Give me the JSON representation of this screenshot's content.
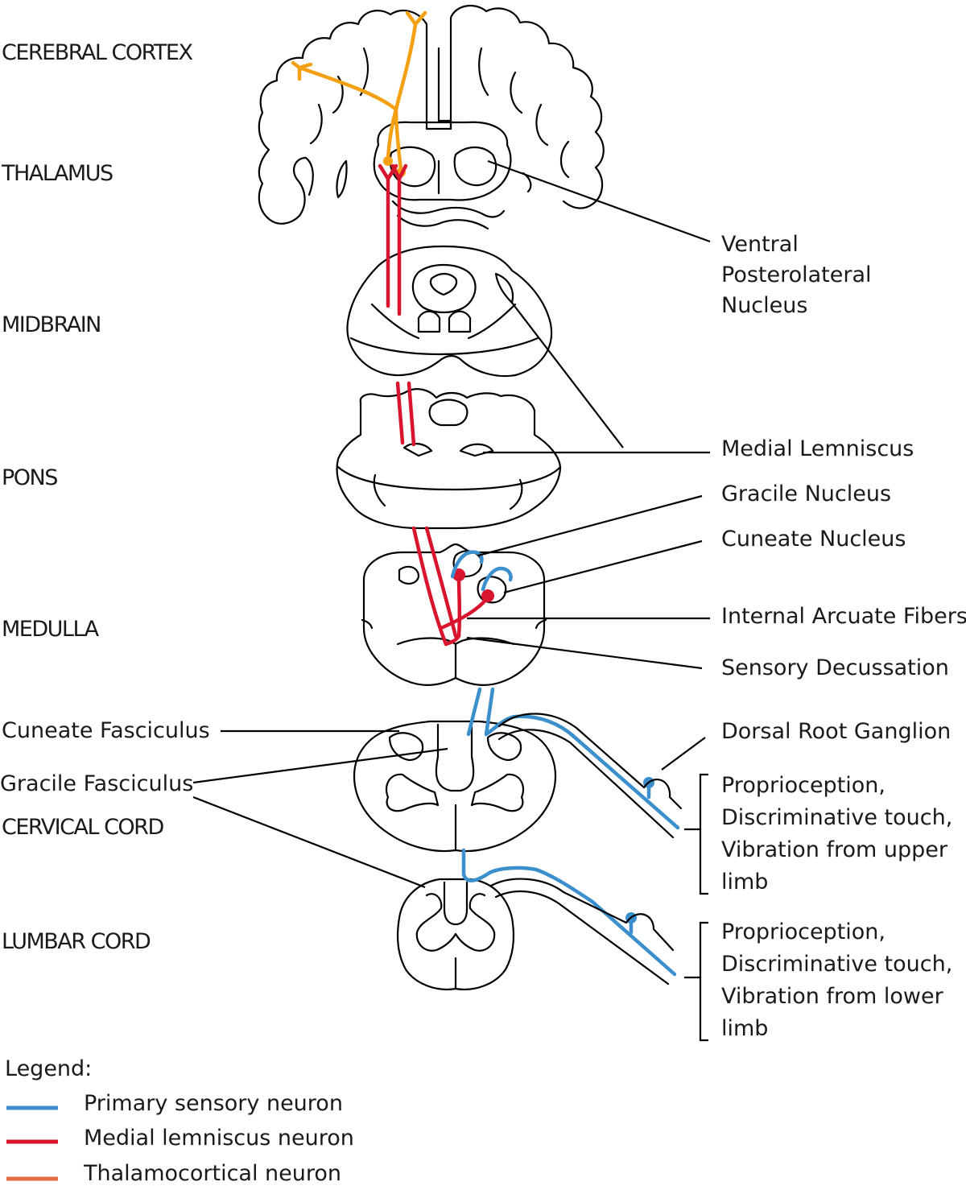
{
  "colors": {
    "primary_sensory": "#3a8fcc",
    "medial_lemniscus": "#d9152e",
    "thalamocortical_line": "#e07040",
    "thalamocortical_drawn": "#f5a012",
    "outline": "#000000"
  },
  "levels": {
    "cerebral_cortex": "CEREBRAL CORTEX",
    "thalamus": "THALAMUS",
    "midbrain": "MIDBRAIN",
    "pons": "PONS",
    "medulla": "MEDULLA",
    "cervical_cord": "CERVICAL CORD",
    "lumbar_cord": "LUMBAR CORD"
  },
  "left_labels": {
    "cuneate_fasciculus": "Cuneate Fasciculus",
    "gracile_fasciculus": "Gracile Fasciculus"
  },
  "right_labels": {
    "vpl_line1": "Ventral",
    "vpl_line2": "Posterolateral",
    "vpl_line3": "Nucleus",
    "medial_lemniscus": "Medial Lemniscus",
    "gracile_nucleus": "Gracile Nucleus",
    "cuneate_nucleus": "Cuneate Nucleus",
    "internal_arcuate": "Internal Arcuate Fibers",
    "sensory_decussation": "Sensory Decussation",
    "dorsal_root_ganglion": "Dorsal Root Ganglion",
    "upper_limb": "Proprioception, Discriminative touch, Vibration from upper limb",
    "lower_limb": "Proprioception, Discriminative touch, Vibration from lower limb"
  },
  "legend": {
    "title": "Legend:",
    "items": [
      {
        "label": "Primary sensory neuron",
        "color": "#3a8fcc"
      },
      {
        "label": "Medial lemniscus neuron",
        "color": "#d9152e"
      },
      {
        "label": "Thalamocortical neuron",
        "color": "#e07040"
      }
    ]
  }
}
